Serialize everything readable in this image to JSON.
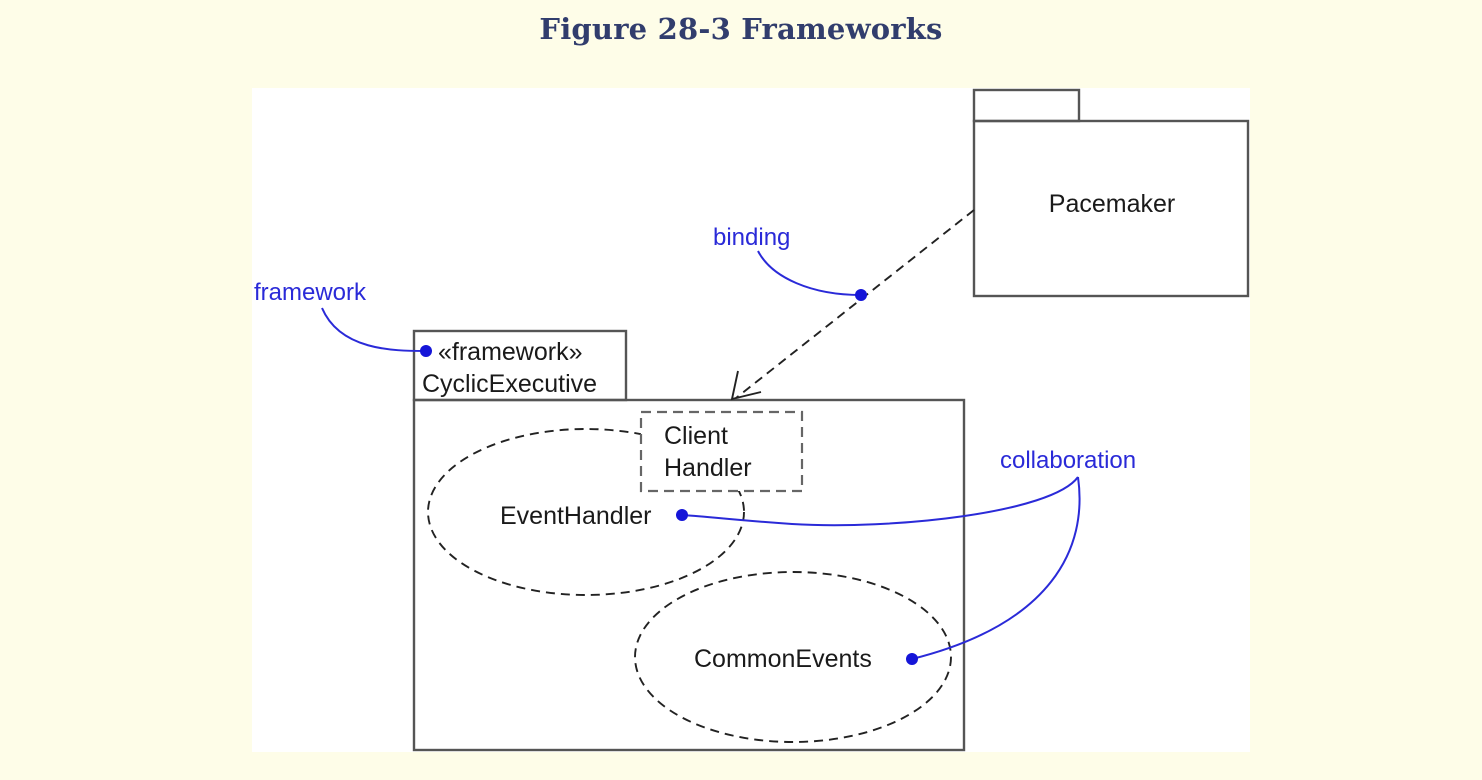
{
  "figure": {
    "caption": "Figure 28-3 Frameworks"
  },
  "diagram": {
    "pacemaker": {
      "name": "Pacemaker"
    },
    "framework": {
      "stereotype": "«framework»",
      "name": "CyclicExecutive"
    },
    "client_handler": {
      "line1": "Client",
      "line2": "Handler"
    },
    "event_handler": {
      "name": "EventHandler"
    },
    "common_events": {
      "name": "CommonEvents"
    },
    "notes": {
      "framework": "framework",
      "binding": "binding",
      "collaboration": "collaboration"
    }
  },
  "colors": {
    "page_background": "#fefde8",
    "caption": "#313d6d",
    "note": "#2a2ad8"
  }
}
